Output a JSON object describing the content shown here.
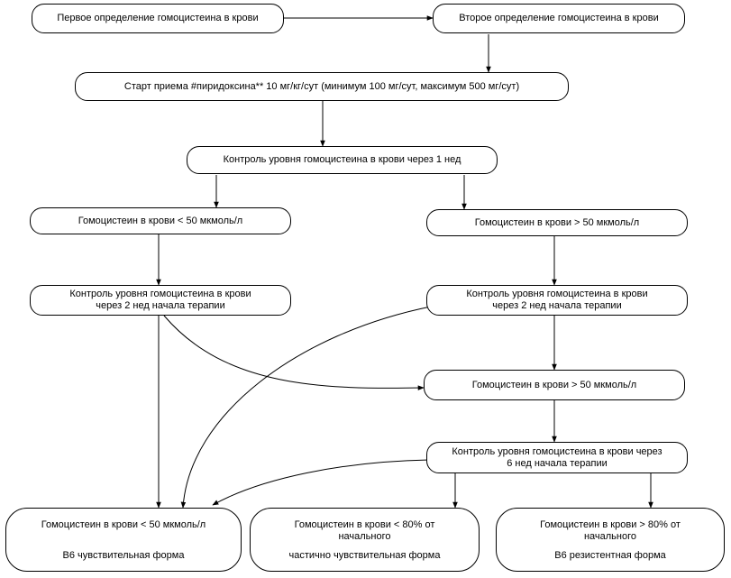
{
  "nodes": {
    "first": "Первое определение гомоцистеина в крови",
    "second": "Второе определение гомоцистеина в крови",
    "start": "Старт приема #пиридоксина** 10 мг/кг/сут (минимум 100 мг/сут, максимум 500 мг/сут)",
    "control1": "Контроль уровня гомоцистеина в крови через 1 нед",
    "lowA": "Гомоцистеин в крови < 50 мкмоль/л",
    "highA": "Гомоцистеин в крови > 50 мкмоль/л",
    "control2L": {
      "line1": "Контроль уровня гомоцистеина в крови",
      "line2": "через 2 нед начала терапии"
    },
    "control2R": {
      "line1": "Контроль уровня гомоцистеина в крови",
      "line2": "через 2 нед начала терапии"
    },
    "highB": "Гомоцистеин в крови > 50 мкмоль/л",
    "control6": {
      "line1": "Контроль уровня гомоцистеина в крови через",
      "line2": "6 нед начала терапии"
    },
    "resSensitive": {
      "line1": "Гомоцистеин в крови < 50 мкмоль/л",
      "line2": "В6 чувствительная форма"
    },
    "resPartial": {
      "line1": "Гомоцистеин в крови < 80% от",
      "line1b": "начального",
      "line2": "частично чувствительная форма"
    },
    "resResistant": {
      "line1": "Гомоцистеин в крови > 80% от",
      "line1b": "начального",
      "line2": "В6 резистентная форма"
    }
  }
}
